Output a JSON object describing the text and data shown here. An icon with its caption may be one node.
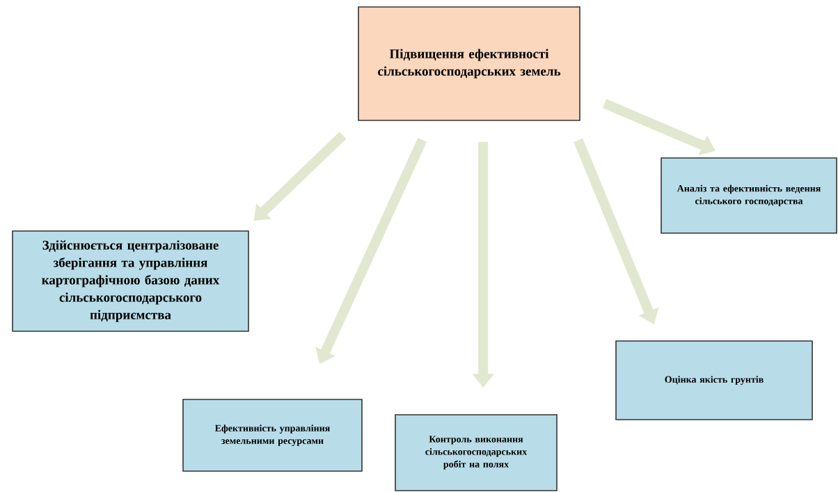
{
  "diagram": {
    "nodes": [
      {
        "text": [
          "Підвищення ефективності сільськогосподарських земель"
        ]
      },
      {
        "text": [
          "Аналіз та ефективність ведення сільського господарства"
        ]
      },
      {
        "text": [
          "Здійснюється централізоване зберігання та управління картографічною базою даних сільськогосподарського підприємства"
        ]
      },
      {
        "text": [
          "Ефективність управління земельними ресурсами"
        ]
      },
      {
        "text": [
          "Контроль виконання сільськогосподарських робіт на полях"
        ]
      },
      {
        "text": [
          "Оцінка якість грунтів"
        ]
      }
    ],
    "edges": [
      {
        "from": 0,
        "to": 1,
        "arrow": "to"
      },
      {
        "from": 0,
        "to": 2,
        "arrow": "to"
      },
      {
        "from": 0,
        "to": 3,
        "arrow": "to"
      },
      {
        "from": 0,
        "to": 4,
        "arrow": "to"
      },
      {
        "from": 0,
        "to": 5,
        "arrow": "to"
      }
    ]
  }
}
